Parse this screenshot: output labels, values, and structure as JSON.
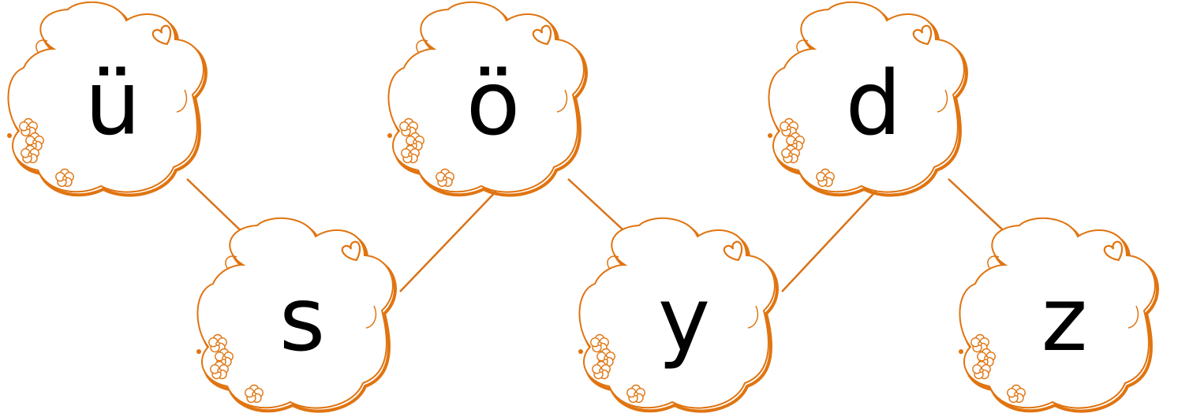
{
  "colors": {
    "outline": "#E07410",
    "connector": "#D9731A",
    "letter": "#000000",
    "background": "#FFFFFF"
  },
  "clouds": [
    {
      "id": "cloud-1",
      "letter": "ü"
    },
    {
      "id": "cloud-2",
      "letter": "s"
    },
    {
      "id": "cloud-3",
      "letter": "ö"
    },
    {
      "id": "cloud-4",
      "letter": "y"
    },
    {
      "id": "cloud-5",
      "letter": "d"
    },
    {
      "id": "cloud-6",
      "letter": "z"
    }
  ],
  "connections": [
    [
      "cloud-1",
      "cloud-2"
    ],
    [
      "cloud-2",
      "cloud-3"
    ],
    [
      "cloud-3",
      "cloud-4"
    ],
    [
      "cloud-4",
      "cloud-5"
    ],
    [
      "cloud-5",
      "cloud-6"
    ]
  ]
}
